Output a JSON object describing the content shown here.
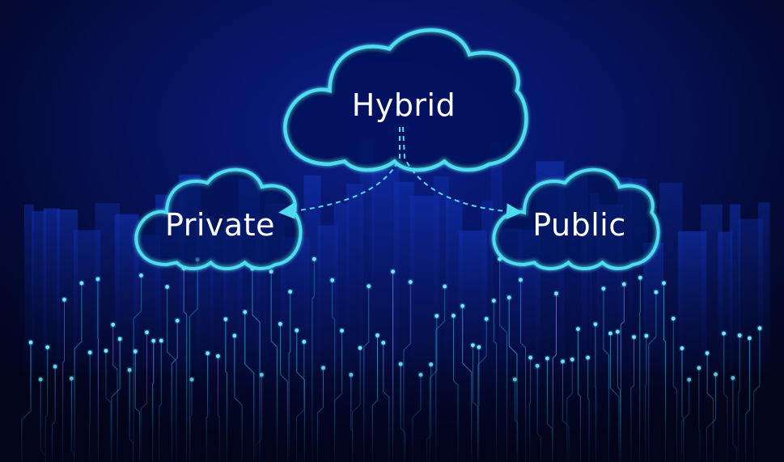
{
  "diagram": {
    "nodes": [
      {
        "id": "hybrid",
        "label": "Hybrid"
      },
      {
        "id": "private",
        "label": "Private"
      },
      {
        "id": "public",
        "label": "Public"
      }
    ],
    "edges": [
      {
        "from": "hybrid",
        "to": "private",
        "style": "dashed-arrow"
      },
      {
        "from": "hybrid",
        "to": "public",
        "style": "dashed-arrow"
      }
    ]
  },
  "colors": {
    "background": "#071566",
    "cloud_stroke": "#4fdcf0",
    "circuit": "#2aa6e0",
    "node_glow": "#6fe8ff",
    "text": "#ffffff"
  }
}
